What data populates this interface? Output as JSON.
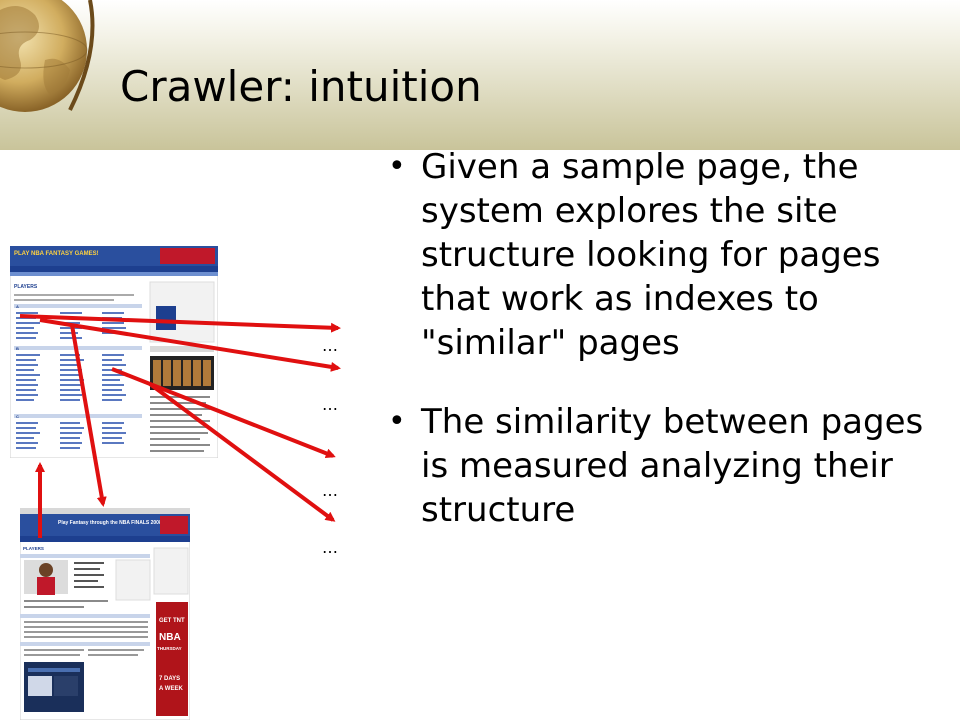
{
  "slide": {
    "title": "Crawler: intuition",
    "bullets": [
      "Given a sample page, the system explores the site structure looking for pages that work as indexes to \"similar\" pages",
      "The similarity between pages is measured analyzing their structure"
    ],
    "ellipses": [
      "…",
      "…",
      "…",
      "…"
    ]
  },
  "thumbnails": {
    "index_page": {
      "banner_text": "PLAY NBA FANTASY GAMES!",
      "heading": "PLAYERS",
      "section_letters": [
        "A",
        "B",
        "C"
      ]
    },
    "player_page": {
      "banner_text": "Play Fantasy through the NBA FINALS 2008",
      "heading": "PLAYERS",
      "ad_text": [
        "GET TNT",
        "NBA",
        "THURSDAY",
        "7 DAYS",
        "A WEEK"
      ]
    }
  },
  "colors": {
    "arrow": "#e01010",
    "header_gradient_bottom": "#c9c49a",
    "nba_blue": "#1d3f8f",
    "ad_red": "#b0141a"
  }
}
